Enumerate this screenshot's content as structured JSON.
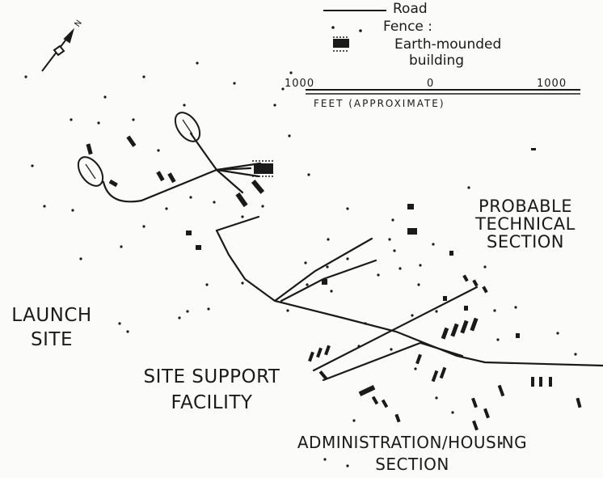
{
  "legend": {
    "road_label": "Road",
    "fence_label": "Fence :",
    "building_label_line1": "Earth-mounded",
    "building_label_line2": "building"
  },
  "scale": {
    "left_value": "1000",
    "mid_value": "0",
    "right_value": "1000",
    "units_label": "FEET (APPROXIMATE)"
  },
  "labels": {
    "technical_line1": "PROBABLE",
    "technical_line2": "TECHNICAL",
    "technical_line3": "SECTION",
    "launch_line1": "LAUNCH",
    "launch_line2": "SITE",
    "support_line1": "SITE SUPPORT",
    "support_line2": "FACILITY",
    "admin_line1": "ADMINISTRATION/HOUSING",
    "admin_line2": "SECTION"
  },
  "north_arrow_letter": "N",
  "colors": {
    "ink": "#1a1a1a",
    "paper": "#fbfbf9"
  }
}
